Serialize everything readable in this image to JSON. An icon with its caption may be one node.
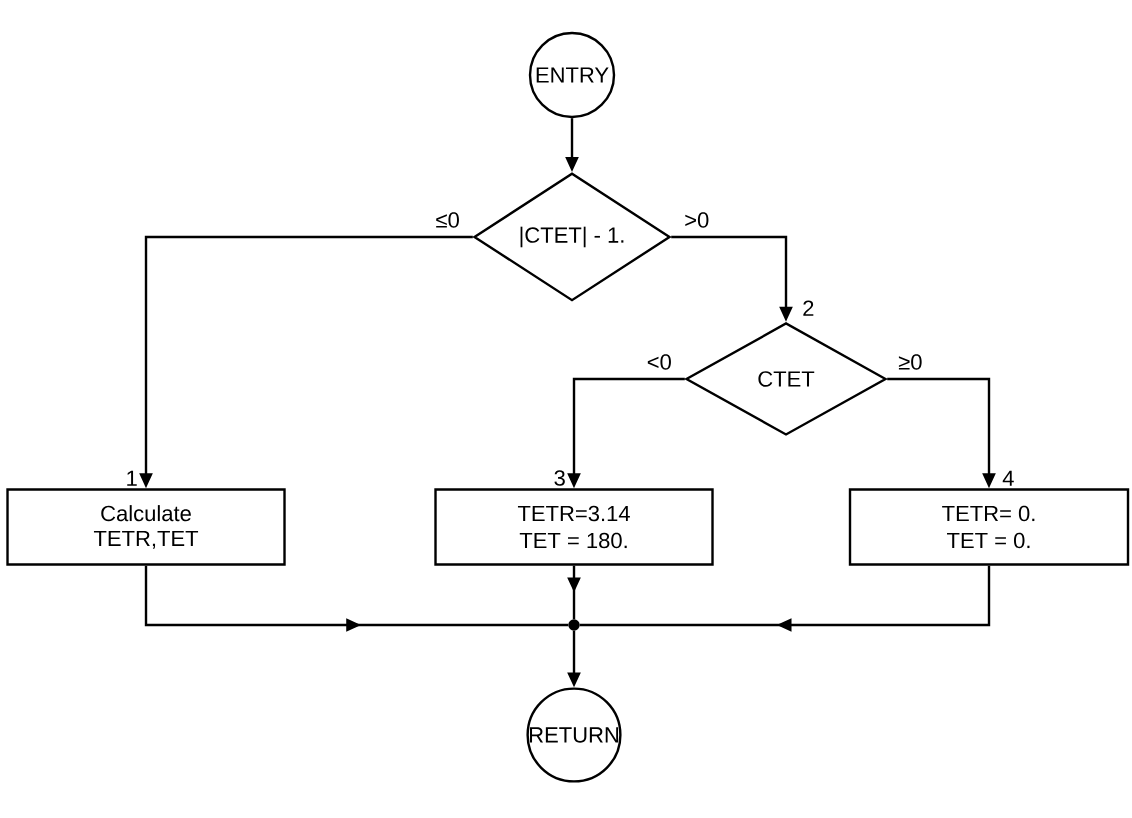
{
  "diagram": {
    "nodes": [
      {
        "text": [
          "ENTRY"
        ]
      },
      {
        "text": [
          "|CTET| - 1."
        ]
      },
      {
        "text": [
          "CTET"
        ],
        "beside": [
          "2"
        ]
      },
      {
        "text": [
          "Calculate TETR,TET"
        ],
        "beside": [
          "1"
        ]
      },
      {
        "text": [
          "TETR=3.14",
          "TET = 180."
        ],
        "beside": [
          "3"
        ]
      },
      {
        "text": [
          "TETR= 0.",
          "TET = 0."
        ],
        "beside": [
          "4"
        ]
      },
      {
        "text": [],
        "shape": "circle"
      },
      {
        "text": [
          "RETURN"
        ]
      }
    ],
    "edges": [
      {
        "from": 0,
        "to": 1,
        "arrow": "to"
      },
      {
        "from": 1,
        "to": 3,
        "arrow": "to",
        "label": "≤0"
      },
      {
        "from": 1,
        "to": 2,
        "arrow": "to",
        "label": ">0"
      },
      {
        "from": 2,
        "to": 4,
        "arrow": "to",
        "label": "<0"
      },
      {
        "from": 2,
        "to": 5,
        "arrow": "to",
        "label": "≥0"
      },
      {
        "from": 3,
        "to": 6,
        "arrow": "to"
      },
      {
        "from": 4,
        "to": 6,
        "arrow": "to"
      },
      {
        "from": 5,
        "to": 6,
        "arrow": "to"
      },
      {
        "from": 6,
        "to": 7,
        "arrow": "to"
      }
    ]
  }
}
